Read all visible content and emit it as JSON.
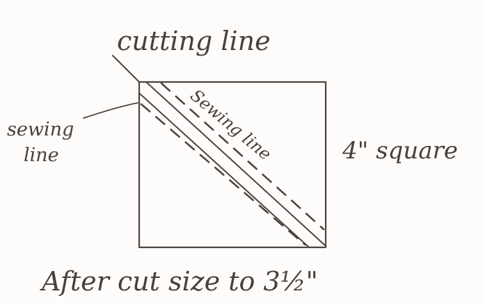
{
  "labels": {
    "cutting_line": "cutting line",
    "sewing_line_left_1": "sewing",
    "sewing_line_left_2": "line",
    "sewing_line_diagonal": "Sewing line",
    "square_label": "4\" square",
    "after_cut": "After cut size to 3½\""
  },
  "colors": {
    "ink": "#4d4340",
    "paper": "#fdfcfa"
  }
}
